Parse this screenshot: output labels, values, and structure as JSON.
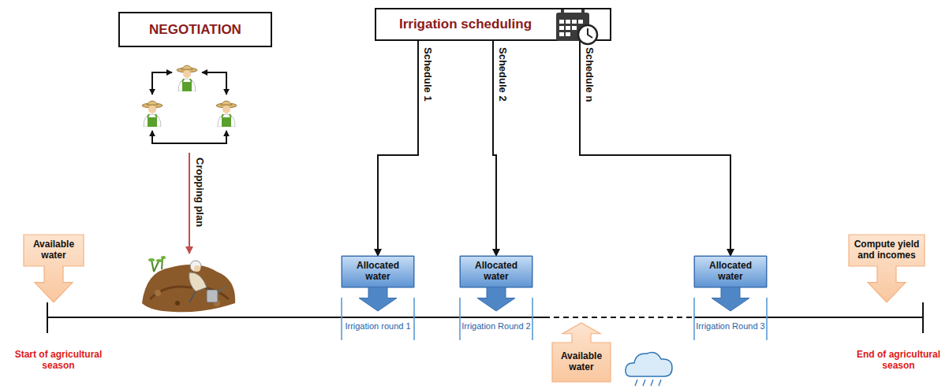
{
  "diagram": {
    "nodes": [
      {
        "text": [
          "NEGOTIATION"
        ]
      },
      {
        "text": [
          "Irrigation scheduling"
        ]
      },
      {
        "text": [
          "Available water"
        ]
      },
      {
        "text": [
          "Allocated water"
        ]
      },
      {
        "text": [
          "Allocated water"
        ]
      },
      {
        "text": [
          "Allocated water"
        ]
      },
      {
        "text": [
          "Available water"
        ]
      },
      {
        "text": [
          "Compute yield and incomes"
        ]
      }
    ],
    "edges": [
      {
        "from": 1,
        "to": 3,
        "arrow": "to",
        "label": "Schedule 1"
      },
      {
        "from": 1,
        "to": 4,
        "arrow": "to",
        "label": "Schedule 2"
      },
      {
        "from": 1,
        "to": 5,
        "arrow": "to",
        "label": "Schedule n"
      }
    ],
    "labels": [
      "Cropping plan",
      "Irrigation round 1",
      "Irrigation Round 2",
      "Irrigation Round 3",
      "Start of agricultural season",
      "End of agricultural season"
    ]
  }
}
